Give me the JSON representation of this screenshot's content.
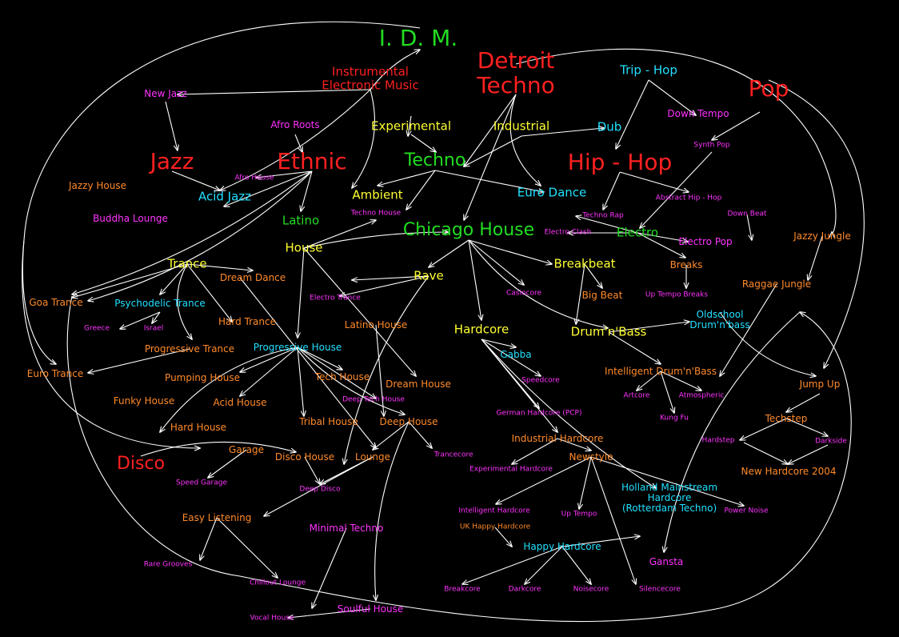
{
  "colors": {
    "red": "#ff2020",
    "yellow": "#ffff33",
    "green": "#22dd22",
    "cyan": "#22e0ff",
    "orange": "#ff8a2a",
    "magenta": "#ff33ff",
    "edge": "#ffffff"
  },
  "nodes": {
    "idm": {
      "label": "I. D. M.",
      "color": "green"
    },
    "detroit": {
      "label": "Detroit\nTechno",
      "color": "red"
    },
    "pop": {
      "label": "Pop",
      "color": "red"
    },
    "instrumental": {
      "label": "Instrumental\nElectronic Music",
      "color": "red"
    },
    "triphop": {
      "label": "Trip - Hop",
      "color": "cyan"
    },
    "newjazz": {
      "label": "New Jazz",
      "color": "magenta"
    },
    "downtempo": {
      "label": "Down Tempo",
      "color": "magenta"
    },
    "afroroots": {
      "label": "Afro Roots",
      "color": "magenta"
    },
    "experimental": {
      "label": "Experimental",
      "color": "yellow"
    },
    "industrial": {
      "label": "Industrial",
      "color": "yellow"
    },
    "dub": {
      "label": "Dub",
      "color": "cyan"
    },
    "synthpop": {
      "label": "Synth Pop",
      "color": "magenta"
    },
    "jazz": {
      "label": "Jazz",
      "color": "red"
    },
    "ethnic": {
      "label": "Ethnic",
      "color": "red"
    },
    "techno": {
      "label": "Techno",
      "color": "green"
    },
    "hiphop": {
      "label": "Hip - Hop",
      "color": "red"
    },
    "afrohouse": {
      "label": "Afro House",
      "color": "magenta"
    },
    "jazzyhouse": {
      "label": "Jazzy House",
      "color": "orange"
    },
    "acidjazz": {
      "label": "Acid Jazz",
      "color": "cyan"
    },
    "ambient": {
      "label": "Ambient",
      "color": "yellow"
    },
    "eurodance": {
      "label": "Euro Dance",
      "color": "cyan"
    },
    "abstracthiphop": {
      "label": "Abstract Hip - Hop",
      "color": "magenta"
    },
    "buddhalounge": {
      "label": "Buddha Lounge",
      "color": "magenta"
    },
    "technohouse": {
      "label": "Techno House",
      "color": "magenta"
    },
    "technorap": {
      "label": "Techno Rap",
      "color": "magenta"
    },
    "downbeat": {
      "label": "Down Beat",
      "color": "magenta"
    },
    "latino": {
      "label": "Latino",
      "color": "green"
    },
    "chicagohouse": {
      "label": "Chicago House",
      "color": "green"
    },
    "electroclash": {
      "label": "Electro Clash",
      "color": "magenta"
    },
    "electro": {
      "label": "Electro",
      "color": "green"
    },
    "jazzyjungle": {
      "label": "Jazzy Jungle",
      "color": "orange"
    },
    "house": {
      "label": "House",
      "color": "yellow"
    },
    "electropop": {
      "label": "Electro Pop",
      "color": "magenta"
    },
    "trance": {
      "label": "Trance",
      "color": "yellow"
    },
    "breakbeat": {
      "label": "Breakbeat",
      "color": "yellow"
    },
    "breaks": {
      "label": "Breaks",
      "color": "orange"
    },
    "dreamdance": {
      "label": "Dream Dance",
      "color": "orange"
    },
    "rave": {
      "label": "Rave",
      "color": "yellow"
    },
    "raggaejungle": {
      "label": "Raggae Jungle",
      "color": "orange"
    },
    "casiocore": {
      "label": "Casiocore",
      "color": "magenta"
    },
    "bigbeat": {
      "label": "Big Beat",
      "color": "orange"
    },
    "uptempobreaks": {
      "label": "Up Tempo Breaks",
      "color": "magenta"
    },
    "goatrance": {
      "label": "Goa Trance",
      "color": "orange"
    },
    "psychedelictrance": {
      "label": "Psychodelic Trance",
      "color": "cyan"
    },
    "electrotrance": {
      "label": "Electro Trance",
      "color": "magenta"
    },
    "oldschool": {
      "label": "Oldschool\nDrum'n'bass",
      "color": "cyan"
    },
    "greece": {
      "label": "Greece",
      "color": "magenta"
    },
    "israel": {
      "label": "Israel",
      "color": "magenta"
    },
    "hardtrance": {
      "label": "Hard Trance",
      "color": "orange"
    },
    "latinohouse": {
      "label": "Latino House",
      "color": "orange"
    },
    "hardcore": {
      "label": "Hardcore",
      "color": "yellow"
    },
    "drumnbass": {
      "label": "Drum'n'Bass",
      "color": "yellow"
    },
    "progtrance": {
      "label": "Progressive Trance",
      "color": "orange"
    },
    "proghouse": {
      "label": "Progressive House",
      "color": "cyan"
    },
    "gabba": {
      "label": "Gabba",
      "color": "cyan"
    },
    "eurotrance": {
      "label": "Euro Trance",
      "color": "orange"
    },
    "intelligentdnb": {
      "label": "Intelligent Drum'n'Bass",
      "color": "orange"
    },
    "pumpinghouse": {
      "label": "Pumping House",
      "color": "orange"
    },
    "techhouse": {
      "label": "Tech House",
      "color": "orange"
    },
    "speedcore": {
      "label": "Speedcore",
      "color": "magenta"
    },
    "dreamhouse": {
      "label": "Dream House",
      "color": "orange"
    },
    "jumpup": {
      "label": "Jump Up",
      "color": "orange"
    },
    "artcore": {
      "label": "Artcore",
      "color": "magenta"
    },
    "atmospheric": {
      "label": "Atmospheric",
      "color": "magenta"
    },
    "funkyhouse": {
      "label": "Funky House",
      "color": "orange"
    },
    "acidhouse": {
      "label": "Acid House",
      "color": "orange"
    },
    "deeptechhouse": {
      "label": "Deep Tech House",
      "color": "magenta"
    },
    "kungfu": {
      "label": "Kung Fu",
      "color": "magenta"
    },
    "germanhardcore": {
      "label": "German Hardcore (PCP)",
      "color": "magenta"
    },
    "techstep": {
      "label": "Techstep",
      "color": "orange"
    },
    "hardhouse": {
      "label": "Hard House",
      "color": "orange"
    },
    "tribalhouse": {
      "label": "Tribal House",
      "color": "orange"
    },
    "deephouse": {
      "label": "Deep House",
      "color": "orange"
    },
    "hardstep": {
      "label": "Hardstep",
      "color": "magenta"
    },
    "darkside": {
      "label": "Darkside",
      "color": "magenta"
    },
    "industrialhardcore": {
      "label": "Industrial Hardcore",
      "color": "orange"
    },
    "garage": {
      "label": "Garage",
      "color": "orange"
    },
    "discohouse": {
      "label": "Disco House",
      "color": "orange"
    },
    "lounge": {
      "label": "Lounge",
      "color": "orange"
    },
    "trancecore": {
      "label": "Trancecore",
      "color": "magenta"
    },
    "newstyle": {
      "label": "Newstyle",
      "color": "orange"
    },
    "disco": {
      "label": "Disco",
      "color": "red"
    },
    "experimentalhardcore": {
      "label": "Experimental Hardcore",
      "color": "magenta"
    },
    "newhardcore2004": {
      "label": "New Hardcore 2004",
      "color": "orange"
    },
    "speedgarage": {
      "label": "Speed Garage",
      "color": "magenta"
    },
    "hollandmainstream": {
      "label": "Holland Mainstream\nHardcore\n(Rotterdam Techno)",
      "color": "cyan"
    },
    "deepdisco": {
      "label": "Deep Disco",
      "color": "magenta"
    },
    "intelligenthardcore": {
      "label": "Intelligent Hardcore",
      "color": "magenta"
    },
    "uptempo": {
      "label": "Up Tempo",
      "color": "magenta"
    },
    "powernoise": {
      "label": "Power Noise",
      "color": "magenta"
    },
    "easylistening": {
      "label": "Easy Listening",
      "color": "orange"
    },
    "minimaltechno": {
      "label": "Minimal Techno",
      "color": "magenta"
    },
    "ukhappyhardcore": {
      "label": "UK Happy Hardcore",
      "color": "orange"
    },
    "happyhardcore": {
      "label": "Happy Hardcore",
      "color": "cyan"
    },
    "gansta": {
      "label": "Gansta",
      "color": "magenta"
    },
    "raregrooves": {
      "label": "Rare Grooves",
      "color": "magenta"
    },
    "chilloutlounge": {
      "label": "Chillout Lounge",
      "color": "magenta"
    },
    "breakcore": {
      "label": "Breakcore",
      "color": "magenta"
    },
    "darkcore": {
      "label": "Darkcore",
      "color": "magenta"
    },
    "noisecore": {
      "label": "Noisecore",
      "color": "magenta"
    },
    "silencecore": {
      "label": "Silencecore",
      "color": "magenta"
    },
    "soulfulhouse": {
      "label": "Soulful House",
      "color": "magenta"
    },
    "vocalhouse": {
      "label": "Vocal House",
      "color": "magenta"
    }
  }
}
